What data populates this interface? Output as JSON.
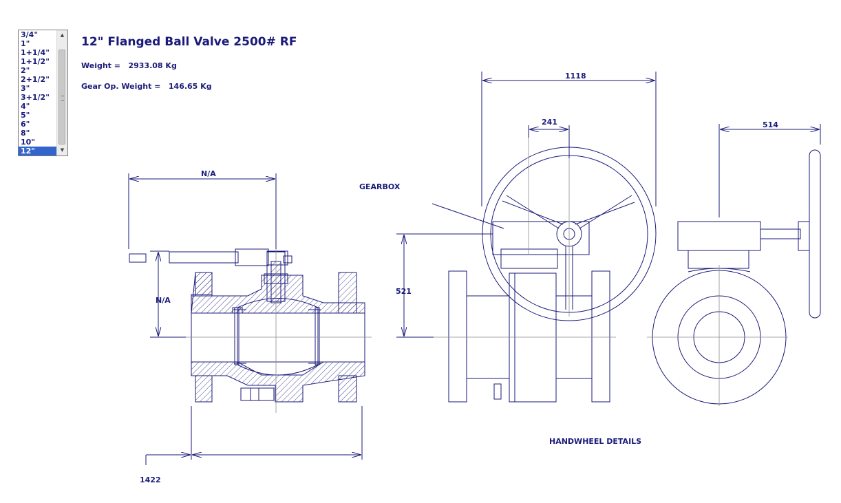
{
  "size_list": {
    "items": [
      "3/4\"",
      "1\"",
      "1+1/4\"",
      "1+1/2\"",
      "2\"",
      "2+1/2\"",
      "3\"",
      "3+1/2\"",
      "4\"",
      "5\"",
      "6\"",
      "8\"",
      "10\"",
      "12\""
    ],
    "selected": "12\""
  },
  "header": {
    "title": "12\" Flanged Ball Valve 2500# RF",
    "weight_label": "Weight =",
    "weight_value": "2933.08 Kg",
    "gear_label": "Gear Op. Weight =",
    "gear_value": "146.65 Kg"
  },
  "dimensions": {
    "lever_length": "N/A",
    "stem_height": "N/A",
    "face_to_face": "1422",
    "handwheel_dia": "1118",
    "gearbox_offset": "241",
    "centre_height": "521",
    "side_offset": "514"
  },
  "labels": {
    "gearbox": "GEARBOX",
    "handwheel_details": "HANDWHEEL DETAILS"
  },
  "colors": {
    "ink": "#1a1a7a",
    "centerline": "#8c8c8c",
    "selection": "#3366cc"
  }
}
